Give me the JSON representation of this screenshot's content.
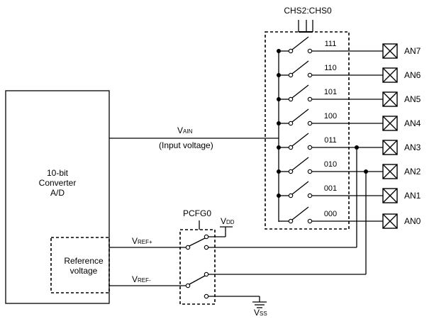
{
  "header": {
    "select_label": "CHS2:CHS0"
  },
  "converter": {
    "line1": "10-bit",
    "line2": "Converter",
    "line3": "A/D"
  },
  "reference_block": {
    "line1": "Reference",
    "line2": "voltage"
  },
  "input_signal": {
    "symbol_main": "V",
    "symbol_sub": "AIN",
    "description": "(Input voltage)"
  },
  "vref_plus": {
    "main": "V",
    "sub": "REF+"
  },
  "vref_minus": {
    "main": "V",
    "sub": "REF-"
  },
  "config": {
    "label": "PCFG0"
  },
  "vdd": {
    "main": "V",
    "sub": "DD"
  },
  "vss": {
    "main": "V",
    "sub": "SS"
  },
  "mux_channels": [
    {
      "code": "111",
      "pin": "AN7"
    },
    {
      "code": "110",
      "pin": "AN6"
    },
    {
      "code": "101",
      "pin": "AN5"
    },
    {
      "code": "100",
      "pin": "AN4"
    },
    {
      "code": "011",
      "pin": "AN3"
    },
    {
      "code": "010",
      "pin": "AN2"
    },
    {
      "code": "001",
      "pin": "AN1"
    },
    {
      "code": "000",
      "pin": "AN0"
    }
  ]
}
